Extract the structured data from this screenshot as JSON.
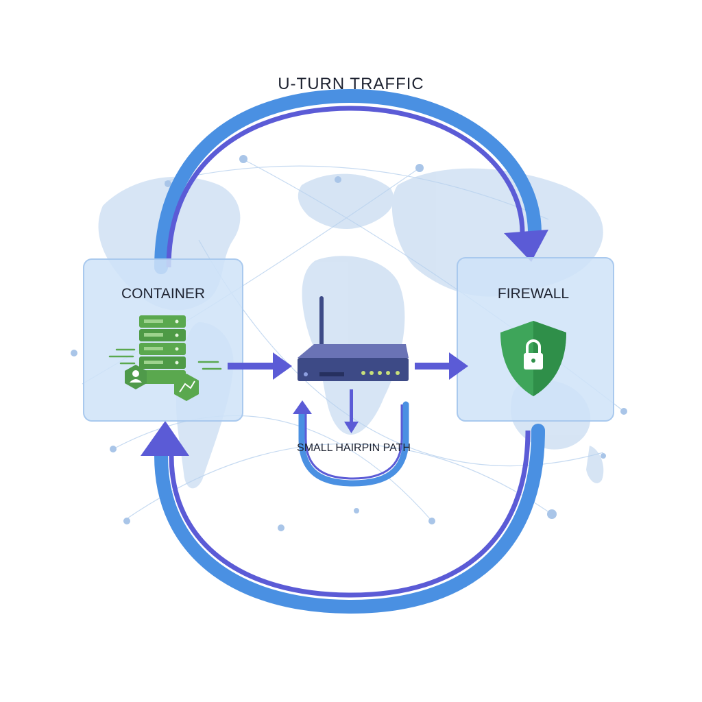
{
  "title": "U-TURN TRAFFIC",
  "nodes": {
    "container": {
      "label": "CONTAINER"
    },
    "firewall": {
      "label": "FIREWALL"
    }
  },
  "hairpin": {
    "label": "SMALL HAIRPIN PATH"
  },
  "icons": [
    "server-stack-icon",
    "router-icon",
    "shield-lock-icon",
    "world-map-icon",
    "user-hexagon-icon",
    "network-hexagon-icon"
  ],
  "colors": {
    "arc_outer": "#4a90e2",
    "arc_inner": "#5b5bd6",
    "box_fill": "#cfe3f8",
    "server_green": "#5aa84e",
    "shield_green": "#3ea55a",
    "router_body": "#3d4a86",
    "map": "#c9dcf1"
  }
}
